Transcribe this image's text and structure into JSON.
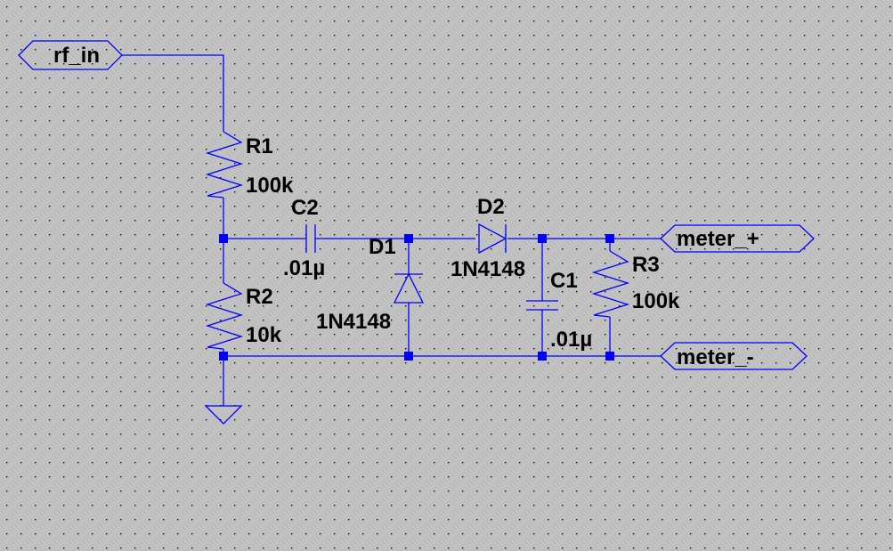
{
  "colors": {
    "background": "#c0c0c0",
    "wire": "#0000ff",
    "grid_dot": "#000000",
    "text": "#000000"
  },
  "ports": {
    "rf_in": "rf_in",
    "meter_plus": "meter_+",
    "meter_minus": "meter_-"
  },
  "components": {
    "R1": {
      "ref": "R1",
      "value": "100k"
    },
    "R2": {
      "ref": "R2",
      "value": "10k"
    },
    "R3": {
      "ref": "R3",
      "value": "100k"
    },
    "C1": {
      "ref": "C1",
      "value": ".01µ"
    },
    "C2": {
      "ref": "C2",
      "value": ".01µ"
    },
    "D1": {
      "ref": "D1",
      "value": "1N4148"
    },
    "D2": {
      "ref": "D2",
      "value": "1N4148"
    }
  },
  "ground_icon": "ground-icon"
}
